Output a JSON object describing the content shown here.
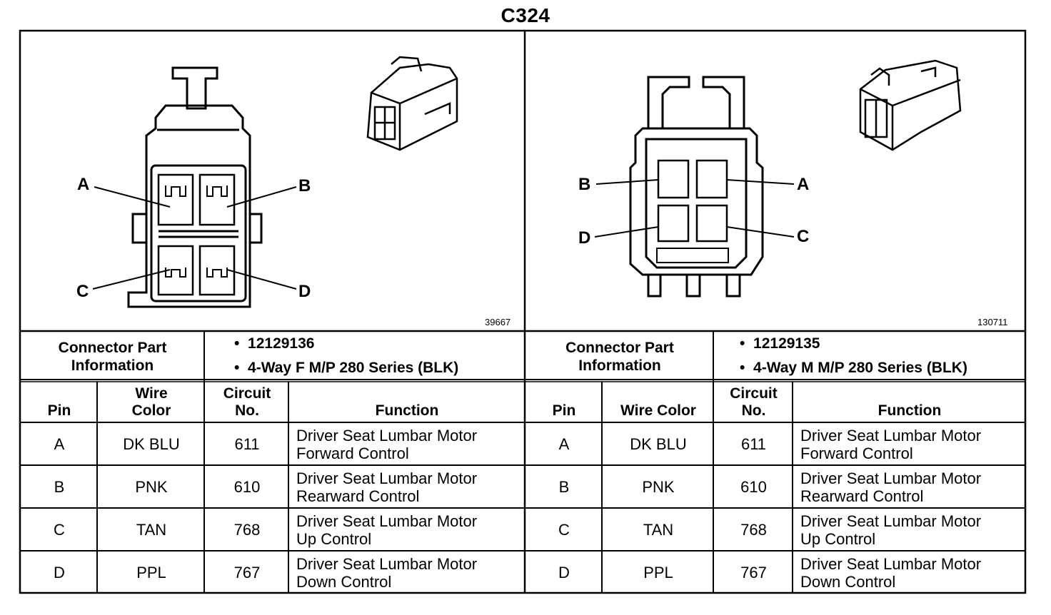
{
  "title": "C324",
  "left": {
    "ref_number": "39667",
    "pin_labels": [
      "A",
      "B",
      "C",
      "D"
    ],
    "connector_part_label": [
      "Connector Part",
      "Information"
    ],
    "part_info": [
      "12129136",
      "4-Way F M/P 280 Series (BLK)"
    ],
    "headers": {
      "pin": "Pin",
      "wire_color": [
        "Wire",
        "Color"
      ],
      "circuit": [
        "Circuit",
        "No."
      ],
      "function": "Function"
    },
    "rows": [
      {
        "pin": "A",
        "wire": "DK BLU",
        "circuit": "611",
        "function": [
          "Driver Seat Lumbar Motor",
          "Forward Control"
        ]
      },
      {
        "pin": "B",
        "wire": "PNK",
        "circuit": "610",
        "function": [
          "Driver Seat Lumbar Motor",
          "Rearward Control"
        ]
      },
      {
        "pin": "C",
        "wire": "TAN",
        "circuit": "768",
        "function": [
          "Driver Seat Lumbar Motor",
          "Up Control"
        ]
      },
      {
        "pin": "D",
        "wire": "PPL",
        "circuit": "767",
        "function": [
          "Driver Seat Lumbar Motor",
          "Down Control"
        ]
      }
    ]
  },
  "right": {
    "ref_number": "130711",
    "pin_labels": [
      "A",
      "B",
      "C",
      "D"
    ],
    "connector_part_label": [
      "Connector Part",
      "Information"
    ],
    "part_info": [
      "12129135",
      "4-Way M M/P 280 Series (BLK)"
    ],
    "headers": {
      "pin": "Pin",
      "wire_color": "Wire Color",
      "circuit": [
        "Circuit",
        "No."
      ],
      "function": "Function"
    },
    "rows": [
      {
        "pin": "A",
        "wire": "DK BLU",
        "circuit": "611",
        "function": [
          "Driver Seat Lumbar Motor",
          "Forward Control"
        ]
      },
      {
        "pin": "B",
        "wire": "PNK",
        "circuit": "610",
        "function": [
          "Driver Seat Lumbar Motor",
          "Rearward Control"
        ]
      },
      {
        "pin": "C",
        "wire": "TAN",
        "circuit": "768",
        "function": [
          "Driver Seat Lumbar Motor",
          "Up Control"
        ]
      },
      {
        "pin": "D",
        "wire": "PPL",
        "circuit": "767",
        "function": [
          "Driver Seat Lumbar Motor",
          "Down Control"
        ]
      }
    ]
  },
  "bullet_char": "•"
}
